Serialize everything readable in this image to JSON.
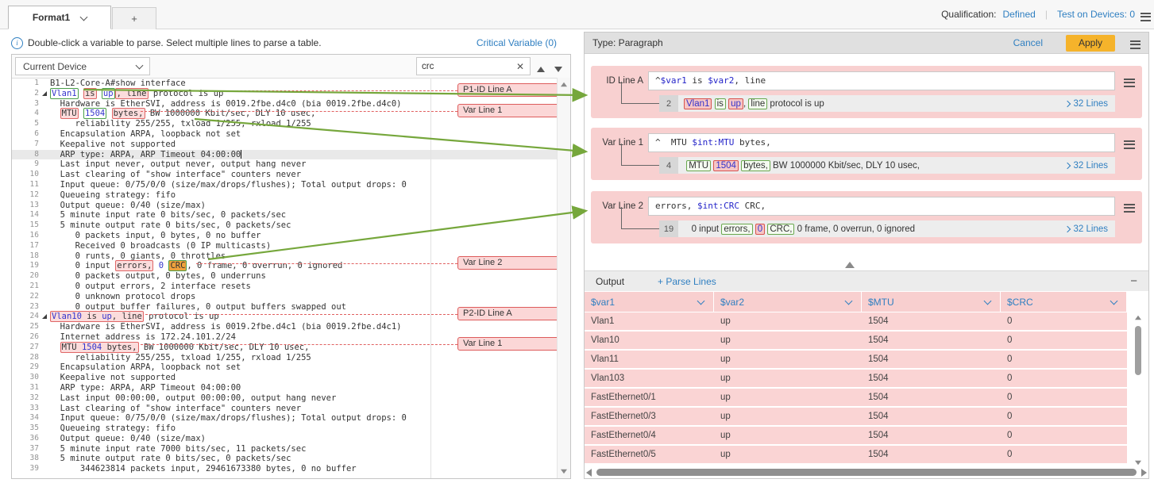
{
  "tabs": {
    "active": "Format1",
    "add": "+"
  },
  "topbar": {
    "qualification_label": "Qualification:",
    "qualification_value": "Defined",
    "test_on_devices": "Test on Devices: 0"
  },
  "left": {
    "info": "Double-click a variable to parse. Select multiple lines to parse a table.",
    "critical_variable": "Critical Variable (0)",
    "device_select": "Current Device",
    "search": {
      "value": "crc",
      "clear_icon": "✕"
    },
    "editor": {
      "selected_line": 8,
      "cursor_line": 8,
      "fold_lines": [
        2,
        24
      ],
      "markers": [
        {
          "line": 2,
          "label": "P1-ID Line A"
        },
        {
          "line": 4,
          "label": "Var Line 1"
        },
        {
          "line": 19,
          "label": "Var Line 2"
        },
        {
          "line": 24,
          "label": "P2-ID Line A"
        },
        {
          "line": 27,
          "label": "Var Line 1"
        }
      ],
      "lines": [
        [
          {
            "t": "B1-L2-Core-A#show interface"
          }
        ],
        [
          {
            "b": "var",
            "p": [
              {
                "t": "Vlan1",
                "c": "v"
              }
            ]
          },
          {
            "t": " "
          },
          {
            "b": "lit",
            "p": [
              {
                "t": "is"
              }
            ]
          },
          {
            "t": " "
          },
          {
            "b": "var",
            "p": [
              {
                "t": "up",
                "c": "v"
              }
            ]
          },
          {
            "b": "lit",
            "p": [
              {
                "t": ", line"
              }
            ]
          },
          {
            "t": " protocol is up"
          }
        ],
        [
          {
            "t": "  Hardware is EtherSVI, address is 0019.2fbe.d4c0 (bia 0019.2fbe.d4c0)"
          }
        ],
        [
          {
            "t": "  "
          },
          {
            "b": "lit",
            "p": [
              {
                "t": "MTU"
              }
            ]
          },
          {
            "t": " "
          },
          {
            "b": "var",
            "p": [
              {
                "t": "1504",
                "c": "v"
              }
            ]
          },
          {
            "t": " "
          },
          {
            "b": "lit",
            "p": [
              {
                "t": "bytes,"
              }
            ]
          },
          {
            "t": " BW 1000000 Kbit/sec, DLY 10 usec,"
          }
        ],
        [
          {
            "t": "     reliability 255/255, txload 1/255, rxload 1/255"
          }
        ],
        [
          {
            "t": "  Encapsulation ARPA, loopback not set"
          }
        ],
        [
          {
            "t": "  Keepalive not supported"
          }
        ],
        [
          {
            "t": "  ARP type: ARPA, ARP Timeout 04:00:00"
          }
        ],
        [
          {
            "t": "  Last input never, output never, output hang never"
          }
        ],
        [
          {
            "t": "  Last clearing of \"show interface\" counters never"
          }
        ],
        [
          {
            "t": "  Input queue: 0/75/0/0 (size/max/drops/flushes); Total output drops: 0"
          }
        ],
        [
          {
            "t": "  Queueing strategy: fifo"
          }
        ],
        [
          {
            "t": "  Output queue: 0/40 (size/max)"
          }
        ],
        [
          {
            "t": "  5 minute input rate 0 bits/sec, 0 packets/sec"
          }
        ],
        [
          {
            "t": "  5 minute output rate 0 bits/sec, 0 packets/sec"
          }
        ],
        [
          {
            "t": "     0 packets input, 0 bytes, 0 no buffer"
          }
        ],
        [
          {
            "t": "     Received 0 broadcasts (0 IP multicasts)"
          }
        ],
        [
          {
            "t": "     0 runts, 0 giants, 0 throttles"
          }
        ],
        [
          {
            "t": "     0 input "
          },
          {
            "b": "lit",
            "p": [
              {
                "t": "errors,"
              }
            ]
          },
          {
            "t": " "
          },
          {
            "t": "0",
            "c": "v"
          },
          {
            "t": " "
          },
          {
            "b": "hit",
            "p": [
              {
                "t": "CRC"
              }
            ]
          },
          {
            "t": ", 0 frame, 0 overrun, 0 ignored"
          }
        ],
        [
          {
            "t": "     0 packets output, 0 bytes, 0 underruns"
          }
        ],
        [
          {
            "t": "     0 output errors, 2 interface resets"
          }
        ],
        [
          {
            "t": "     0 unknown protocol drops"
          }
        ],
        [
          {
            "t": "     0 output buffer failures, 0 output buffers swapped out"
          }
        ],
        [
          {
            "b": "lit",
            "p": [
              {
                "t": "Vlan10",
                "c": "v"
              },
              {
                "t": " is "
              },
              {
                "t": "up",
                "c": "v"
              },
              {
                "t": ", line"
              }
            ]
          },
          {
            "t": " protocol is up"
          }
        ],
        [
          {
            "t": "  Hardware is EtherSVI, address is 0019.2fbe.d4c1 (bia 0019.2fbe.d4c1)"
          }
        ],
        [
          {
            "t": "  Internet address is 172.24.101.2/24"
          }
        ],
        [
          {
            "t": "  "
          },
          {
            "b": "lit",
            "p": [
              {
                "t": "MTU "
              },
              {
                "t": "1504",
                "c": "v"
              },
              {
                "t": " bytes,"
              }
            ]
          },
          {
            "t": " BW 1000000 Kbit/sec, DLY 10 usec,"
          }
        ],
        [
          {
            "t": "     reliability 255/255, txload 1/255, rxload 1/255"
          }
        ],
        [
          {
            "t": "  Encapsulation ARPA, loopback not set"
          }
        ],
        [
          {
            "t": "  Keepalive not supported"
          }
        ],
        [
          {
            "t": "  ARP type: ARPA, ARP Timeout 04:00:00"
          }
        ],
        [
          {
            "t": "  Last input 00:00:00, output 00:00:00, output hang never"
          }
        ],
        [
          {
            "t": "  Last clearing of \"show interface\" counters never"
          }
        ],
        [
          {
            "t": "  Input queue: 0/75/0/0 (size/max/drops/flushes); Total output drops: 0"
          }
        ],
        [
          {
            "t": "  Queueing strategy: fifo"
          }
        ],
        [
          {
            "t": "  Output queue: 0/40 (size/max)"
          }
        ],
        [
          {
            "t": "  5 minute input rate 7000 bits/sec, 11 packets/sec"
          }
        ],
        [
          {
            "t": "  5 minute output rate 0 bits/sec, 0 packets/sec"
          }
        ],
        [
          {
            "t": "      344623814 packets input, 29461673380 bytes, 0 no buffer"
          }
        ]
      ]
    }
  },
  "right": {
    "header": {
      "type_label": "Type: Paragraph",
      "cancel": "Cancel",
      "apply": "Apply"
    },
    "cards": [
      {
        "label": "ID Line A",
        "pattern": [
          {
            "t": "^"
          },
          {
            "t": "$var1",
            "c": "b"
          },
          {
            "t": " is "
          },
          {
            "t": "$var2",
            "c": "b"
          },
          {
            "t": ", line"
          }
        ],
        "line_no": "2",
        "sample": [
          {
            "b": "cv",
            "p": [
              {
                "t": "Vlan1",
                "c": "v"
              }
            ]
          },
          {
            "t": " "
          },
          {
            "b": "cl",
            "p": [
              {
                "t": "is"
              }
            ]
          },
          {
            "t": " "
          },
          {
            "b": "cv",
            "p": [
              {
                "t": "up",
                "c": "v"
              }
            ]
          },
          {
            "t": ", "
          },
          {
            "b": "cl",
            "p": [
              {
                "t": "line"
              }
            ]
          },
          {
            "t": " protocol is up"
          }
        ],
        "lines_label": "32 Lines"
      },
      {
        "label": "Var Line 1",
        "pattern": [
          {
            "t": "^  MTU "
          },
          {
            "t": "$int:MTU",
            "c": "b"
          },
          {
            "t": " bytes,"
          }
        ],
        "line_no": "4",
        "sample": [
          {
            "t": " "
          },
          {
            "b": "cl",
            "p": [
              {
                "t": "MTU"
              }
            ]
          },
          {
            "t": " "
          },
          {
            "b": "cv",
            "p": [
              {
                "t": "1504",
                "c": "v"
              }
            ]
          },
          {
            "t": " "
          },
          {
            "b": "cl",
            "p": [
              {
                "t": "bytes,"
              }
            ]
          },
          {
            "t": " BW 1000000 Kbit/sec, DLY 10 usec,"
          }
        ],
        "lines_label": "32 Lines"
      },
      {
        "label": "Var Line 2",
        "pattern": [
          {
            "t": "errors, "
          },
          {
            "t": "$int:CRC",
            "c": "b"
          },
          {
            "t": " CRC,"
          }
        ],
        "line_no": "19",
        "sample": [
          {
            "t": "   0 input "
          },
          {
            "b": "cl",
            "p": [
              {
                "t": "errors,"
              }
            ]
          },
          {
            "t": " "
          },
          {
            "b": "cv",
            "p": [
              {
                "t": "0",
                "c": "v"
              }
            ]
          },
          {
            "t": " "
          },
          {
            "b": "cl",
            "p": [
              {
                "t": "CRC,"
              }
            ]
          },
          {
            "t": " 0 frame, 0 overrun, 0 ignored"
          }
        ],
        "lines_label": "32 Lines"
      }
    ],
    "output": {
      "title": "Output",
      "parse_lines": "+ Parse Lines",
      "minus_icon": "−",
      "columns": [
        "$var1",
        "$var2",
        "$MTU",
        "$CRC"
      ],
      "rows": [
        [
          "Vlan1",
          "up",
          "1504",
          "0"
        ],
        [
          "Vlan10",
          "up",
          "1504",
          "0"
        ],
        [
          "Vlan11",
          "up",
          "1504",
          "0"
        ],
        [
          "Vlan103",
          "up",
          "1504",
          "0"
        ],
        [
          "FastEthernet0/1",
          "up",
          "1504",
          "0"
        ],
        [
          "FastEthernet0/3",
          "up",
          "1504",
          "0"
        ],
        [
          "FastEthernet0/4",
          "up",
          "1504",
          "0"
        ],
        [
          "FastEthernet0/5",
          "up",
          "1504",
          "0"
        ]
      ]
    }
  },
  "colors": {
    "accent_blue": "#2F7FC1",
    "apply_yellow": "#F5B32B",
    "panel_pink": "#F8D0D0",
    "highlight_red": "#DD5C5C",
    "literal_pink_bg": "#FBDCDC",
    "variable_green": "#4A9E4A",
    "variable_text": "#3333CC",
    "search_hit_orange": "#EFA23D",
    "arrow_green": "#76A73C"
  }
}
